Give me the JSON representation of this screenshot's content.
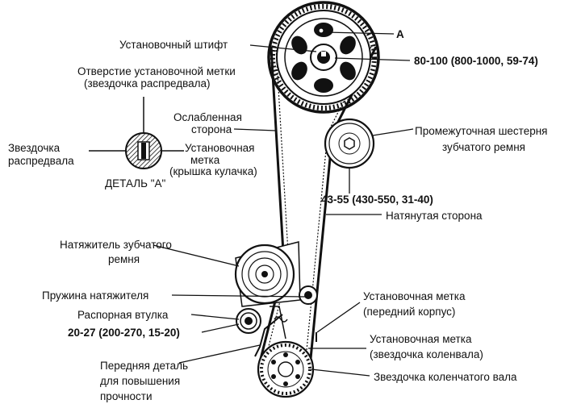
{
  "labels": {
    "pin": "Установочный штифт",
    "a_mark": "A",
    "cam_torque": "80-100 (800-1000, 59-74)",
    "hole_line1": "Отверстие установочной метки",
    "hole_line2": "(звездочка распредвала)",
    "slack_line1": "Ослабленная",
    "slack_line2": "сторона",
    "idler_line1": "Промежуточная шестерня",
    "idler_line2": "зубчатого ремня",
    "detail_sprocket_line1": "Звездочка",
    "detail_sprocket_line2": "распредвала",
    "detail_mark_line1": "Установочная",
    "detail_mark_line2": "метка",
    "detail_mark_line3": "(крышка кулачка)",
    "detail_title": "ДЕТАЛЬ \"А\"",
    "idler_torque": "43-55 (430-550, 31-40)",
    "tight_side": "Натянутая сторона",
    "tensioner_line1": "Натяжитель зубчатого",
    "tensioner_line2": "ремня",
    "spring": "Пружина натяжителя",
    "spacer": "Распорная втулка",
    "spacer_torque": "20-27 (200-270, 15-20)",
    "front_mark_line1": "Установочная метка",
    "front_mark_line2": "(передний корпус)",
    "crank_mark_line1": "Установочная метка",
    "crank_mark_line2": "(звездочка коленвала)",
    "front_part_line1": "Передняя деталь",
    "front_part_line2": "для повышения",
    "front_part_line3": "прочности",
    "crank_sprocket": "Звездочка коленчатого вала"
  },
  "colors": {
    "ink": "#111111",
    "paper": "#ffffff"
  }
}
